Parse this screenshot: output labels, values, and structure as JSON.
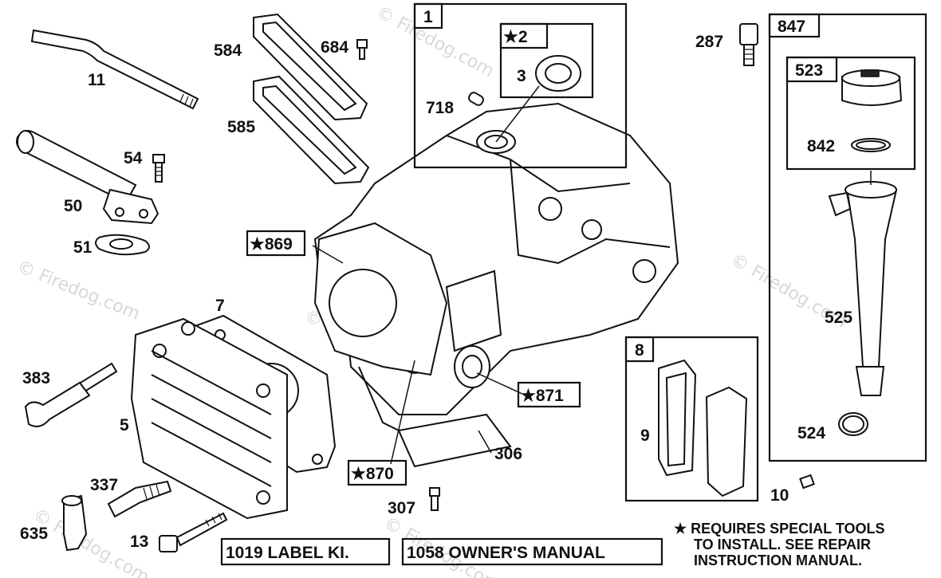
{
  "watermark": "© Firedog.com",
  "callouts": {
    "p11": "11",
    "p584": "584",
    "p684": "684",
    "p585": "585",
    "p54": "54",
    "p50": "50",
    "p51": "51",
    "p7": "7",
    "p383": "383",
    "p5": "5",
    "p337": "337",
    "p635": "635",
    "p13": "13",
    "p306": "306",
    "p307": "307",
    "p1": "1",
    "p2": "★2",
    "p3": "3",
    "p718": "718",
    "p869": "★869",
    "p871": "★871",
    "p870": "★870",
    "p287": "287",
    "p847": "847",
    "p523": "523",
    "p842": "842",
    "p525": "525",
    "p524": "524",
    "p8": "8",
    "p9": "9",
    "p10": "10"
  },
  "kits": {
    "label_kit": "1019 LABEL KI.",
    "owners_manual": "1058 OWNER'S MANUAL"
  },
  "footnote": {
    "line1": "★ REQUIRES SPECIAL TOOLS",
    "line2": "TO INSTALL.  SEE REPAIR",
    "line3": "INSTRUCTION MANUAL."
  }
}
